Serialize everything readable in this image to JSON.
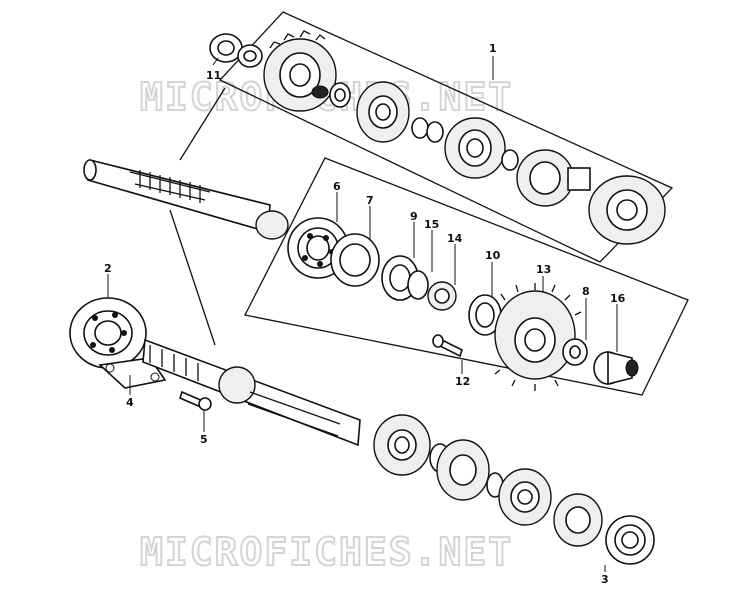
{
  "watermarks": [
    "MICROFICHES.NET",
    "MICROFICHES.NET"
  ],
  "callouts": {
    "c1": "1",
    "c2": "2",
    "c3": "3",
    "c4": "4",
    "c5": "5",
    "c6": "6",
    "c7": "7",
    "c8": "8",
    "c9": "9",
    "c10": "10",
    "c11": "11",
    "c12": "12",
    "c13": "13",
    "c14": "14",
    "c15": "15",
    "c16": "16"
  }
}
